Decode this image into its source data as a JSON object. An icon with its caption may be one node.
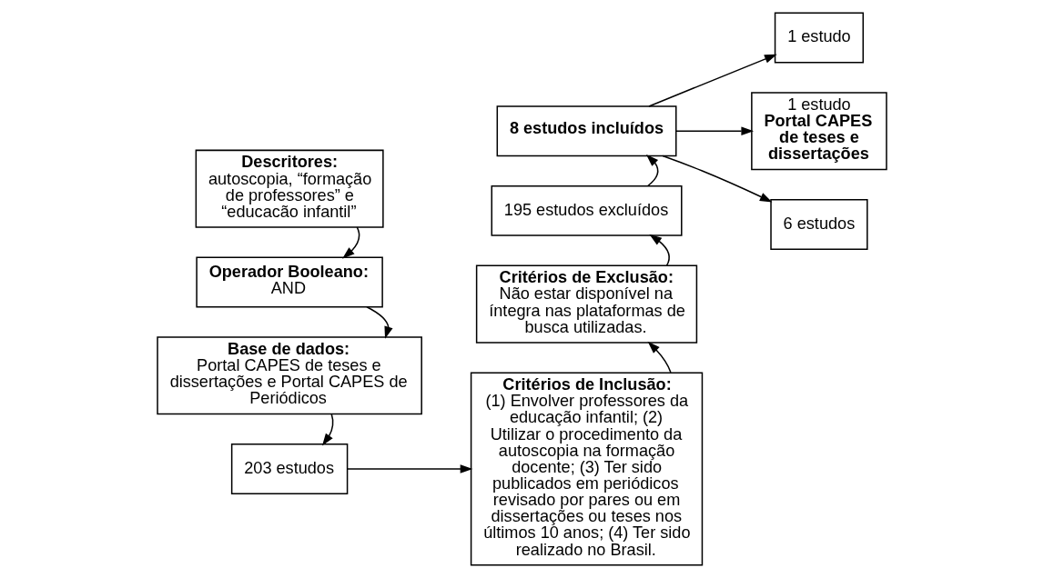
{
  "diagram": {
    "nodes": [
      {
        "text": [
          "Descritores:",
          "autoscopia, “formação de professores” e “educacão infantil”"
        ]
      },
      {
        "text": [
          "Operador Booleano:",
          "AND"
        ]
      },
      {
        "text": [
          "Base de dados:",
          "Portal CAPES de teses e dissertações e Portal CAPES de Periódicos"
        ]
      },
      {
        "text": [
          "203 estudos"
        ]
      },
      {
        "text": [
          "Critérios de Inclusão:",
          "(1) Envolver professores da educação infantil; (2) Utilizar o procedimento da autoscopia na formação docente; (3) Ter sido publicados em periódicos revisado por pares ou em dissertações ou teses nos últimos 10 anos; (4) Ter sido realizado no Brasil."
        ]
      },
      {
        "text": [
          "Critérios de Exclusão:",
          "Não estar disponível na íntegra nas plataformas de busca utilizadas."
        ]
      },
      {
        "text": [
          "195 estudos excluídos"
        ]
      },
      {
        "text": [
          "8 estudos incluídos"
        ]
      },
      {
        "text": [
          "1 estudo"
        ]
      },
      {
        "text": [
          "1 estudo",
          "Portal CAPES de teses e dissertações"
        ]
      },
      {
        "text": [
          "6 estudos"
        ]
      }
    ],
    "edges": [
      {
        "from": 0,
        "to": 1,
        "arrow": "to"
      },
      {
        "from": 1,
        "to": 2,
        "arrow": "to"
      },
      {
        "from": 2,
        "to": 3,
        "arrow": "to"
      },
      {
        "from": 3,
        "to": 4,
        "arrow": "to"
      },
      {
        "from": 4,
        "to": 5,
        "arrow": "to"
      },
      {
        "from": 5,
        "to": 6,
        "arrow": "to"
      },
      {
        "from": 6,
        "to": 7,
        "arrow": "to"
      },
      {
        "from": 7,
        "to": 8,
        "arrow": "to"
      },
      {
        "from": 7,
        "to": 9,
        "arrow": "to"
      },
      {
        "from": 7,
        "to": 10,
        "arrow": "to"
      }
    ]
  }
}
